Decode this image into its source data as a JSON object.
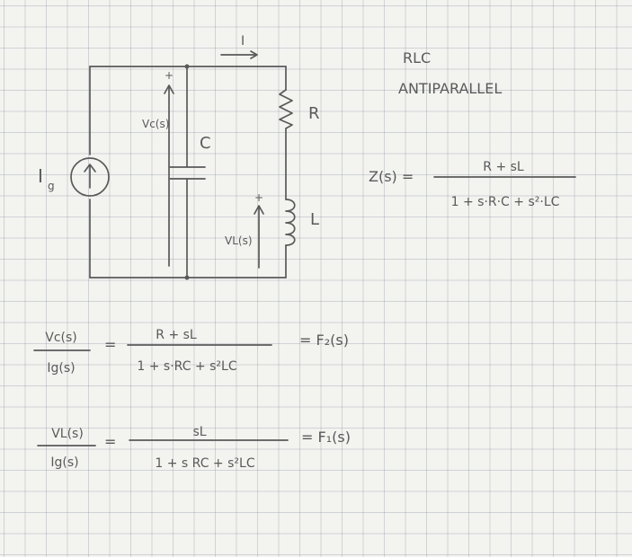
{
  "title": {
    "line1": "RLC",
    "line2": "ANTIPARALLEL"
  },
  "circuit": {
    "current_label": "I",
    "source_label": "I",
    "source_subscript": "g",
    "capacitor_label": "C",
    "resistor_label": "R",
    "inductor_label": "L",
    "vc_label": "Vc(s)",
    "vl_label": "VL(s)",
    "plus": "+"
  },
  "impedance": {
    "lhs": "Z(s) =",
    "numerator": "R + sL",
    "denominator": "1 + s·R·C + s²·LC"
  },
  "transfer_c": {
    "lhs_num": "Vc(s)",
    "lhs_den": "Ig(s)",
    "equals": "=",
    "numerator": "R + sL",
    "denominator": "1 + s·RC + s²LC",
    "result": "= F₂(s)"
  },
  "transfer_l": {
    "lhs_num": "VL(s)",
    "lhs_den": "Ig(s)",
    "equals": "=",
    "numerator": "sL",
    "denominator": "1 + s RC + s²LC",
    "result": "= F₁(s)"
  },
  "colors": {
    "ink": "#5a5a5a",
    "paper": "#f3f3f0",
    "grid": "#a8b0b8"
  }
}
